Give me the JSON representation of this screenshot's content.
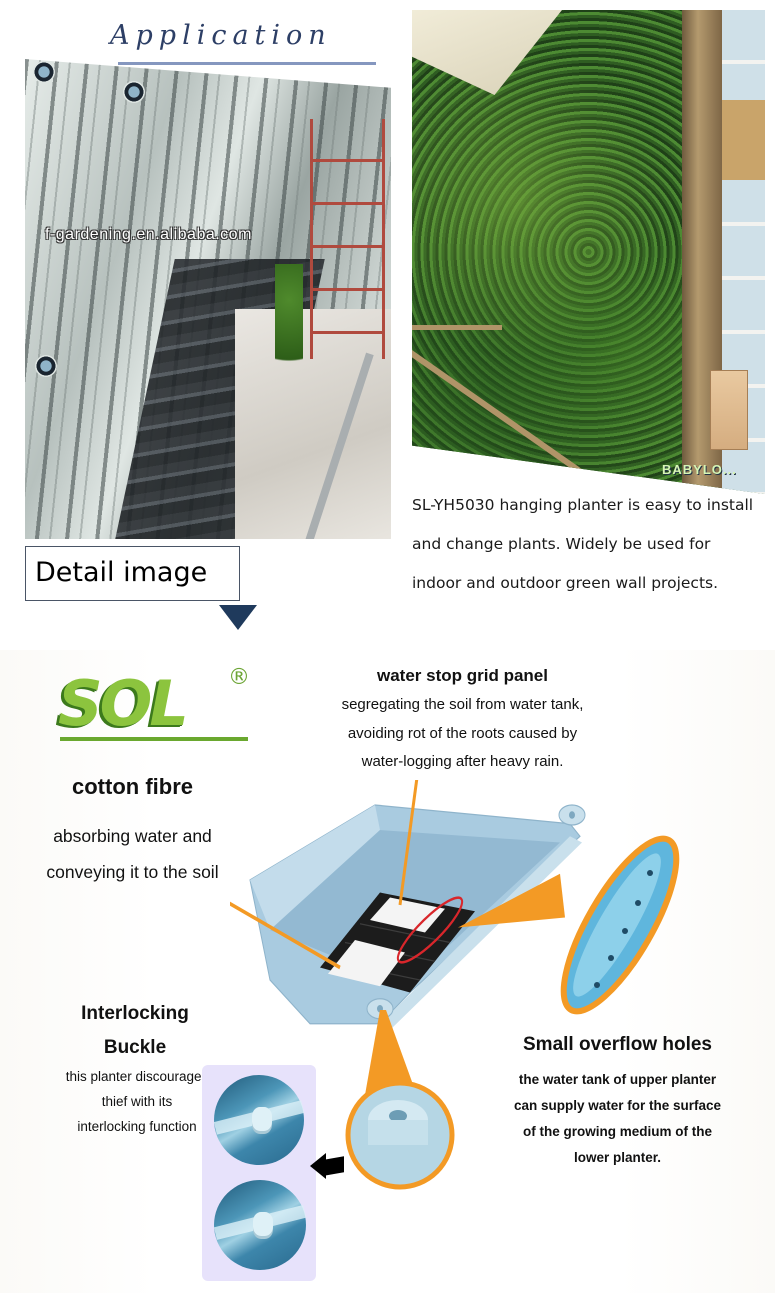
{
  "application": {
    "title": "Application",
    "left_photo": {
      "description": "Installation of hanging planters on a vertical metal frame, viewed from above",
      "watermark": "f-gardening.en.alibaba.com"
    },
    "right_photo": {
      "description": "Indoor green wall covered in plants next to a staircase",
      "brand_mark": "BABYLO..."
    },
    "description_lines": [
      "SL-YH5030 hanging planter is easy to install",
      "and change plants. Widely be used for",
      "indoor and outdoor green wall projects."
    ]
  },
  "detail": {
    "heading": "Detail image",
    "arrow": "down-triangle",
    "logo": {
      "text": "SOL",
      "registered": "®",
      "colors": {
        "light": "#8cc43e",
        "dark": "#3c7a1c"
      }
    },
    "callouts": {
      "water_stop": {
        "title": "water stop grid panel",
        "lines": [
          "segregating the soil from water tank,",
          "avoiding rot of the roots caused by",
          "water-logging after heavy rain."
        ]
      },
      "cotton_fibre": {
        "title": "cotton fibre",
        "lines": [
          "absorbing water and",
          "conveying it to the soil"
        ]
      },
      "interlocking": {
        "title_lines": [
          "Interlocking",
          "Buckle"
        ],
        "lines": [
          "this planter discourages",
          "thief with its",
          "interlocking function"
        ]
      },
      "overflow": {
        "title": "Small overflow holes",
        "lines": [
          "the water tank of upper planter",
          "can supply water for the surface",
          "of the growing medium of the",
          "lower planter."
        ]
      }
    },
    "colors": {
      "callout_line": "#f39a25",
      "highlight_ring": "#d9262b",
      "planter_body": "#a9cbe0",
      "lilac_card": "#e7e2fb",
      "arrow_navy": "#1f3a5c"
    }
  }
}
